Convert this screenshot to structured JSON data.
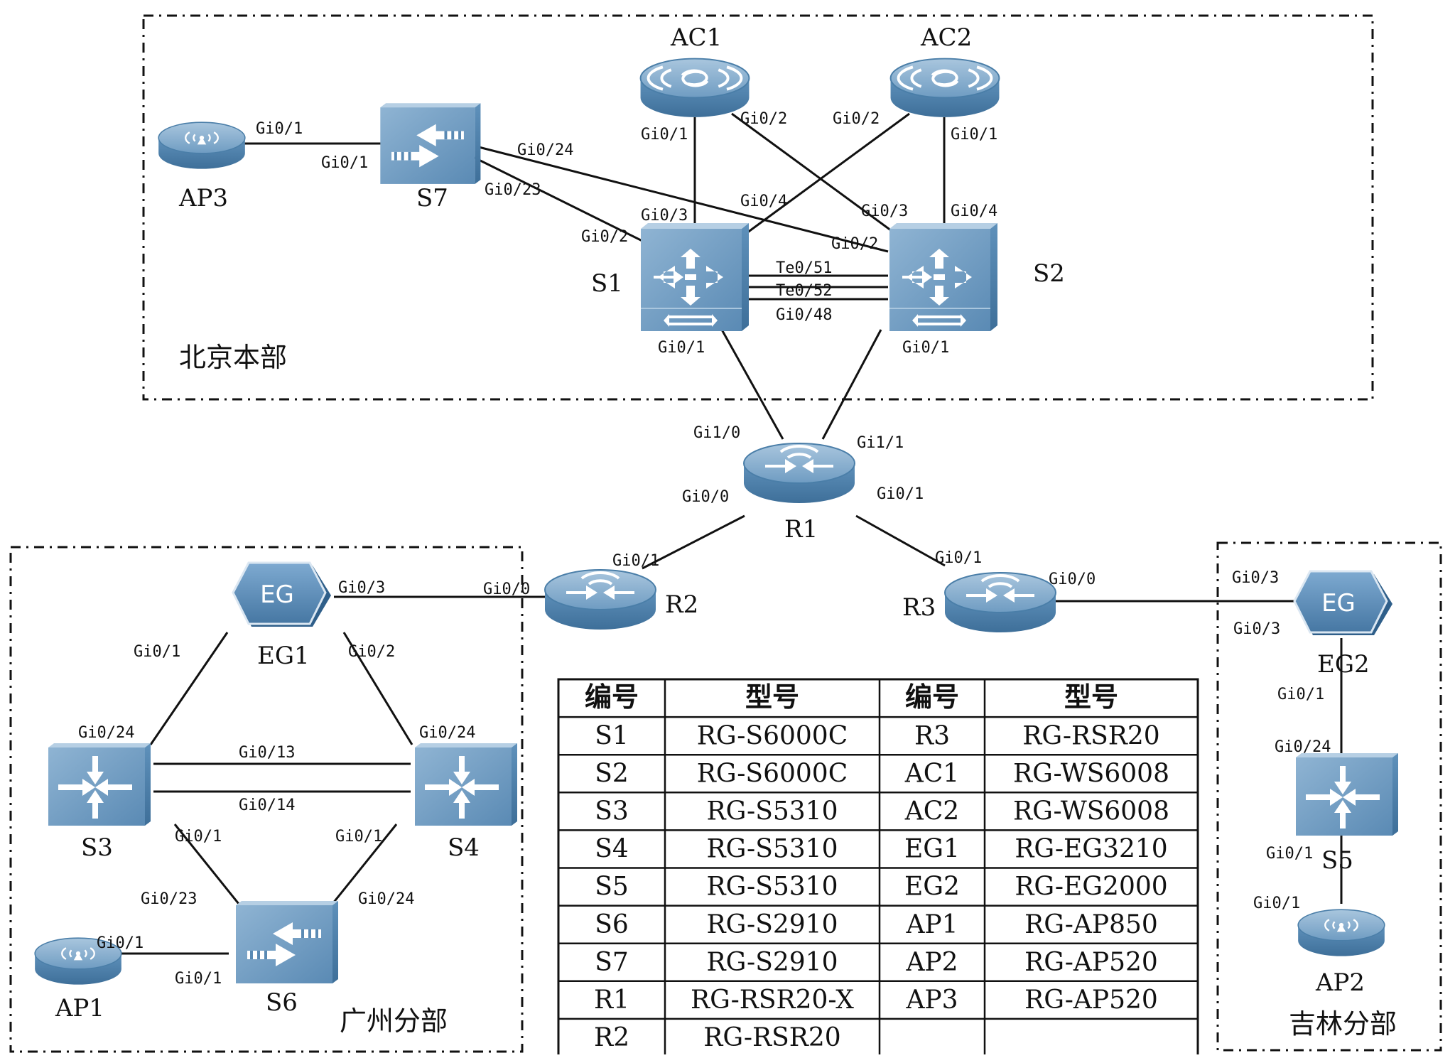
{
  "regions": [
    {
      "id": "beijing",
      "label": "北京本部"
    },
    {
      "id": "guangzhou",
      "label": "广州分部"
    },
    {
      "id": "jilin",
      "label": "吉林分部"
    }
  ],
  "devices": {
    "AP3": {
      "label": "AP3",
      "type": "ap"
    },
    "S7": {
      "label": "S7",
      "type": "switch"
    },
    "AC1": {
      "label": "AC1",
      "type": "ac"
    },
    "AC2": {
      "label": "AC2",
      "type": "ac"
    },
    "S1": {
      "label": "S1",
      "type": "core"
    },
    "S2": {
      "label": "S2",
      "type": "core"
    },
    "R1": {
      "label": "R1",
      "type": "router"
    },
    "R2": {
      "label": "R2",
      "type": "router"
    },
    "R3": {
      "label": "R3",
      "type": "router"
    },
    "EG1": {
      "label": "EG1",
      "type": "eg"
    },
    "EG2": {
      "label": "EG2",
      "type": "eg"
    },
    "S3": {
      "label": "S3",
      "type": "switch"
    },
    "S4": {
      "label": "S4",
      "type": "switch"
    },
    "S5": {
      "label": "S5",
      "type": "switch"
    },
    "S6": {
      "label": "S6",
      "type": "switch"
    },
    "AP1": {
      "label": "AP1",
      "type": "ap"
    },
    "AP2": {
      "label": "AP2",
      "type": "ap"
    }
  },
  "icon_text": {
    "eg": "EG"
  },
  "ports": {
    "ap3_s7_a": "Gi0/1",
    "ap3_s7_b": "Gi0/1",
    "s7_24": "Gi0/24",
    "s7_23": "Gi0/23",
    "ac1_1": "Gi0/1",
    "ac1_2": "Gi0/2",
    "ac2_2": "Gi0/2",
    "ac2_1": "Gi0/1",
    "s1_3": "Gi0/3",
    "s1_4": "Gi0/4",
    "s1_2": "Gi0/2",
    "s2_3": "Gi0/3",
    "s2_4": "Gi0/4",
    "s2_2": "Gi0/2",
    "te51": "Te0/51",
    "te52": "Te0/52",
    "gi48": "Gi0/48",
    "s1_1": "Gi0/1",
    "s2_1": "Gi0/1",
    "r1_gi10": "Gi1/0",
    "r1_gi11": "Gi1/1",
    "r1_gi00": "Gi0/0",
    "r1_gi01": "Gi0/1",
    "r2_1": "Gi0/1",
    "r2_0": "Gi0/0",
    "r3_1": "Gi0/1",
    "r3_0": "Gi0/0",
    "eg1_3": "Gi0/3",
    "eg1_1": "Gi0/1",
    "eg1_2": "Gi0/2",
    "s3_24": "Gi0/24",
    "s4_24": "Gi0/24",
    "gi13": "Gi0/13",
    "gi14": "Gi0/14",
    "s3_1": "Gi0/1",
    "s4_1": "Gi0/1",
    "s6_23": "Gi0/23",
    "s6_24": "Gi0/24",
    "ap1_1": "Gi0/1",
    "s6_1": "Gi0/1",
    "eg2_3a": "Gi0/3",
    "eg2_3b": "Gi0/3",
    "eg2_1": "Gi0/1",
    "s5_24": "Gi0/24",
    "s5_1": "Gi0/1",
    "ap2_1": "Gi0/1"
  },
  "table": {
    "headers": [
      "编号",
      "型号",
      "编号",
      "型号"
    ],
    "rows": [
      [
        "S1",
        "RG-S6000C",
        "R3",
        "RG-RSR20"
      ],
      [
        "S2",
        "RG-S6000C",
        "AC1",
        "RG-WS6008"
      ],
      [
        "S3",
        "RG-S5310",
        "AC2",
        "RG-WS6008"
      ],
      [
        "S4",
        "RG-S5310",
        "EG1",
        "RG-EG3210"
      ],
      [
        "S5",
        "RG-S5310",
        "EG2",
        "RG-EG2000"
      ],
      [
        "S6",
        "RG-S2910",
        "AP1",
        "RG-AP850"
      ],
      [
        "S7",
        "RG-S2910",
        "AP2",
        "RG-AP520"
      ],
      [
        "R1",
        "RG-RSR20-X",
        "AP3",
        "RG-AP520"
      ],
      [
        "R2",
        "RG-RSR20",
        "",
        ""
      ]
    ]
  },
  "colors": {
    "device_top": "#7fa8c9",
    "device_side": "#4a7ea8",
    "device_dark": "#3a6a93",
    "eg_fill": "#5b8fbd"
  }
}
